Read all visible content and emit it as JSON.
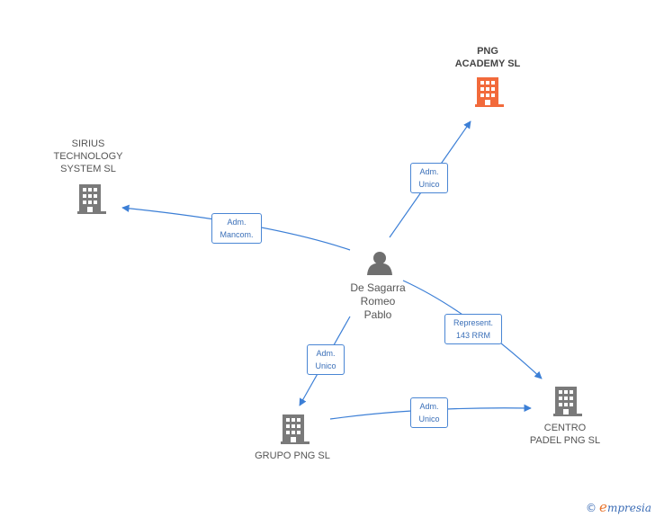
{
  "colors": {
    "edge": "#3c7fd6",
    "building": "#7a7a7a",
    "building_focus": "#f26a3b",
    "person": "#6f6f6f"
  },
  "nodes": {
    "person": {
      "label": "De Sagarra\nRomeo\nPablo",
      "icon": "person-icon"
    },
    "png_academy": {
      "label": "PNG\nACADEMY  SL",
      "icon": "building-icon"
    },
    "sirius": {
      "label": "SIRIUS\nTECHNOLOGY\nSYSTEM  SL",
      "icon": "building-icon"
    },
    "grupo_png": {
      "label": "GRUPO PNG  SL",
      "icon": "building-icon"
    },
    "centro_padel": {
      "label": "CENTRO\nPADEL PNG  SL",
      "icon": "building-icon"
    }
  },
  "edges": {
    "to_png_academy": "Adm.\nUnico",
    "to_sirius": "Adm.\nMancom.",
    "to_centro_padel": "Represent.\n143 RRM",
    "to_grupo_png": "Adm.\nUnico",
    "grupo_to_centro": "Adm.\nUnico"
  },
  "brand": {
    "copyright": "©",
    "initial": "e",
    "name": "mpresia"
  }
}
